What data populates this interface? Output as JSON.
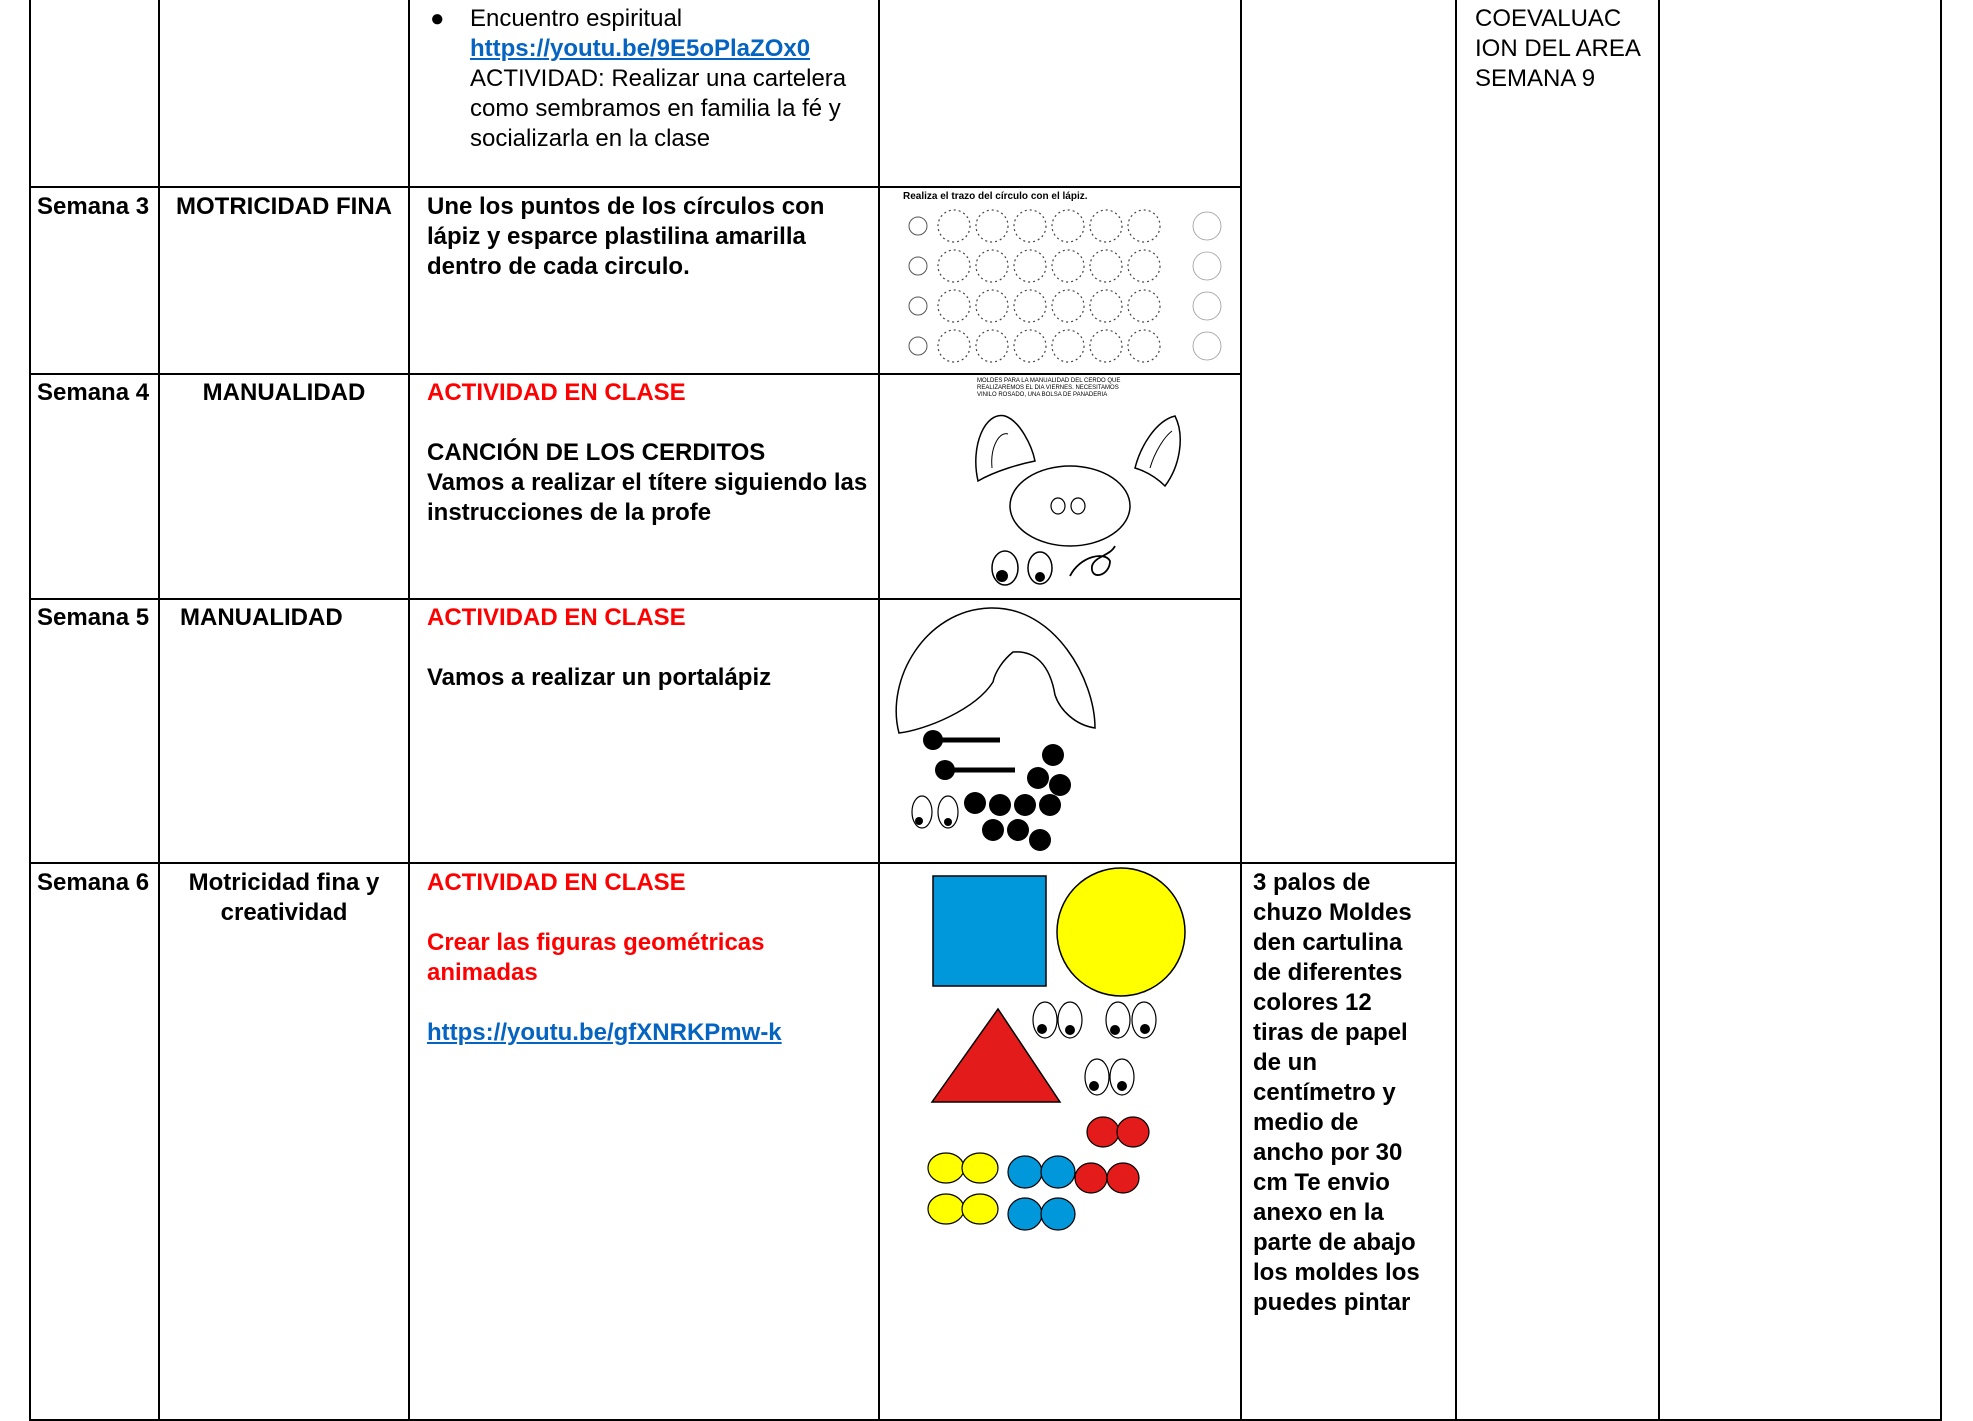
{
  "top_row": {
    "bullet_text": "Encuentro espiritual",
    "link": "https://youtu.be/9E5oPlaZOx0",
    "activity": "ACTIVIDAD: Realizar una cartelera como sembramos en familia la fé y socializarla en la clase",
    "coevaluation": "COEVALUAC ION DEL AREA SEMANA 9"
  },
  "rows": [
    {
      "week": "Semana 3",
      "area": "MOTRICIDAD FINA",
      "description": "Une los puntos de los círculos con lápiz y esparce plastilina amarilla dentro de cada circulo.",
      "image_caption": "Realiza el trazo del círculo con el lápiz."
    },
    {
      "week": "Semana 4",
      "area": "MANUALIDAD",
      "heading": "ACTIVIDAD EN CLASE",
      "song": "CANCIÓN DE LOS CERDITOS",
      "description": "Vamos a realizar el títere siguiendo las instrucciones de la profe",
      "image_caption": "MOLDES PARA LA MANUALIDAD DEL CERDO QUE REALIZAREMOS EL DIA VIERNES. NECESITAMOS VINILO ROSADO, UNA BOLSA DE PANADERIA"
    },
    {
      "week": "Semana 5",
      "area": "MANUALIDAD",
      "heading": "ACTIVIDAD EN CLASE",
      "description": "Vamos a realizar un portalápiz"
    },
    {
      "week": "Semana 6",
      "area": "Motricidad fina y creatividad",
      "heading": "ACTIVIDAD EN CLASE",
      "subheading": "Crear las figuras geométricas animadas",
      "link": "https://youtu.be/gfXNRKPmw-k",
      "materials": "3 palos de chuzo Moldes den cartulina de diferentes colores 12 tiras de papel de un centímetro y medio de ancho por 30 cm Te envio anexo en la parte de abajo los moldes los puedes pintar"
    }
  ],
  "colors": {
    "red": "#ff0000",
    "link": "#0563c1",
    "blue": "#0098db",
    "yellow": "#ffff00",
    "shape_red": "#e41b1b"
  }
}
